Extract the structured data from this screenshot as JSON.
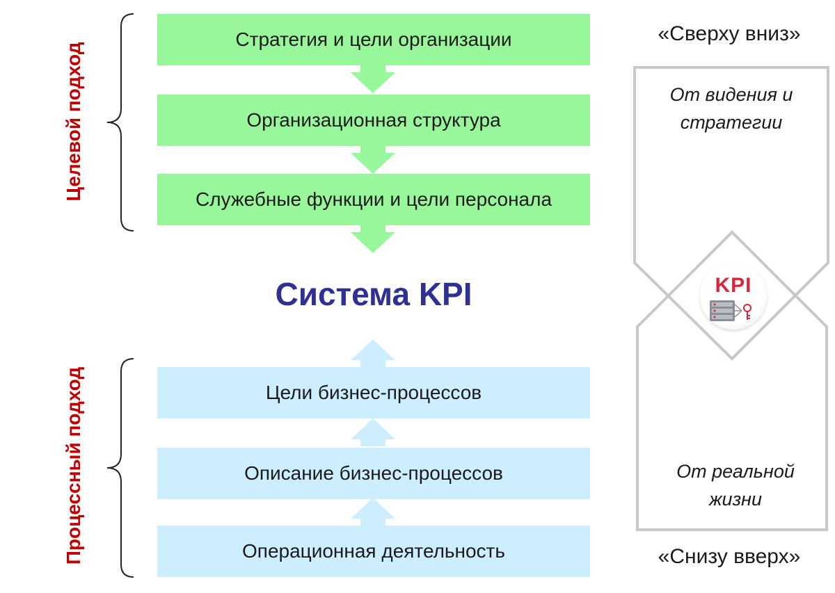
{
  "top_approach_label": "Целевой подход",
  "bottom_approach_label": "Процессный подход",
  "top_steps": [
    "Стратегия и цели организации",
    "Организационная структура",
    "Служебные функции и цели персонала"
  ],
  "center_title": "Система KPI",
  "bottom_steps": [
    "Цели бизнес-процессов",
    "Описание бизнес-процессов",
    "Операционная деятельность"
  ],
  "side": {
    "top_heading": "«Сверху вниз»",
    "top_line1": "От видения и",
    "top_line2": "стратегии",
    "bottom_line1": "От реальной",
    "bottom_line2": "жизни",
    "bottom_heading": "«Снизу вверх»"
  },
  "kpi_logo_text": "KPI",
  "colors": {
    "top_bar": "#99f79b",
    "bottom_bar": "#cceeff",
    "label_red": "#c00000",
    "title_navy": "#2e3193",
    "kpi_red": "#d8263e",
    "frame_gray": "#c8c8c8"
  },
  "icons": [
    "down-arrow-icon",
    "up-arrow-icon",
    "curly-brace-icon",
    "kpi-logo-icon",
    "server-key-icon"
  ]
}
